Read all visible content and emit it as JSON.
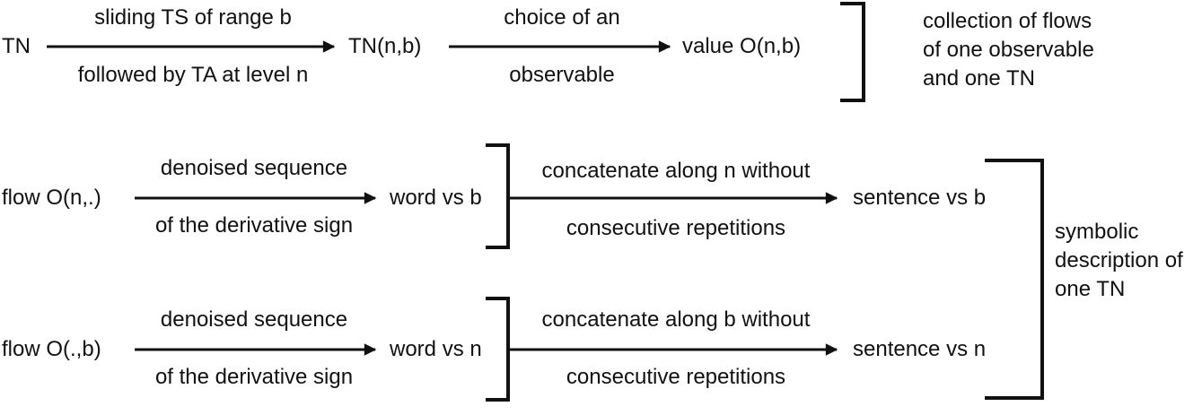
{
  "row1": {
    "tn": "TN",
    "arrow1_top": "sliding TS of range b",
    "arrow1_bottom": "followed by TA at level n",
    "tn_nb": "TN(n,b)",
    "arrow2_top": "choice of an",
    "arrow2_bottom": "observable",
    "value": "value O(n,b)",
    "collection": [
      "collection of flows",
      "of one observable",
      "and one TN"
    ]
  },
  "row2": {
    "flow": "flow O(n,.)",
    "arrow1_top": "denoised sequence",
    "arrow1_bottom": "of the derivative sign",
    "word": "word vs b",
    "arrow2_top": "concatenate along n without",
    "arrow2_bottom": "consecutive repetitions",
    "sentence": "sentence vs b"
  },
  "row3": {
    "flow": "flow O(.,b)",
    "arrow1_top": "denoised sequence",
    "arrow1_bottom": "of the derivative sign",
    "word": "word vs n",
    "arrow2_top": "concatenate along b without",
    "arrow2_bottom": "consecutive repetitions",
    "sentence": "sentence vs n"
  },
  "symbolic": [
    "symbolic",
    "description of",
    "one TN"
  ],
  "colors": {
    "ink": "#111111",
    "background": "#ffffff"
  }
}
